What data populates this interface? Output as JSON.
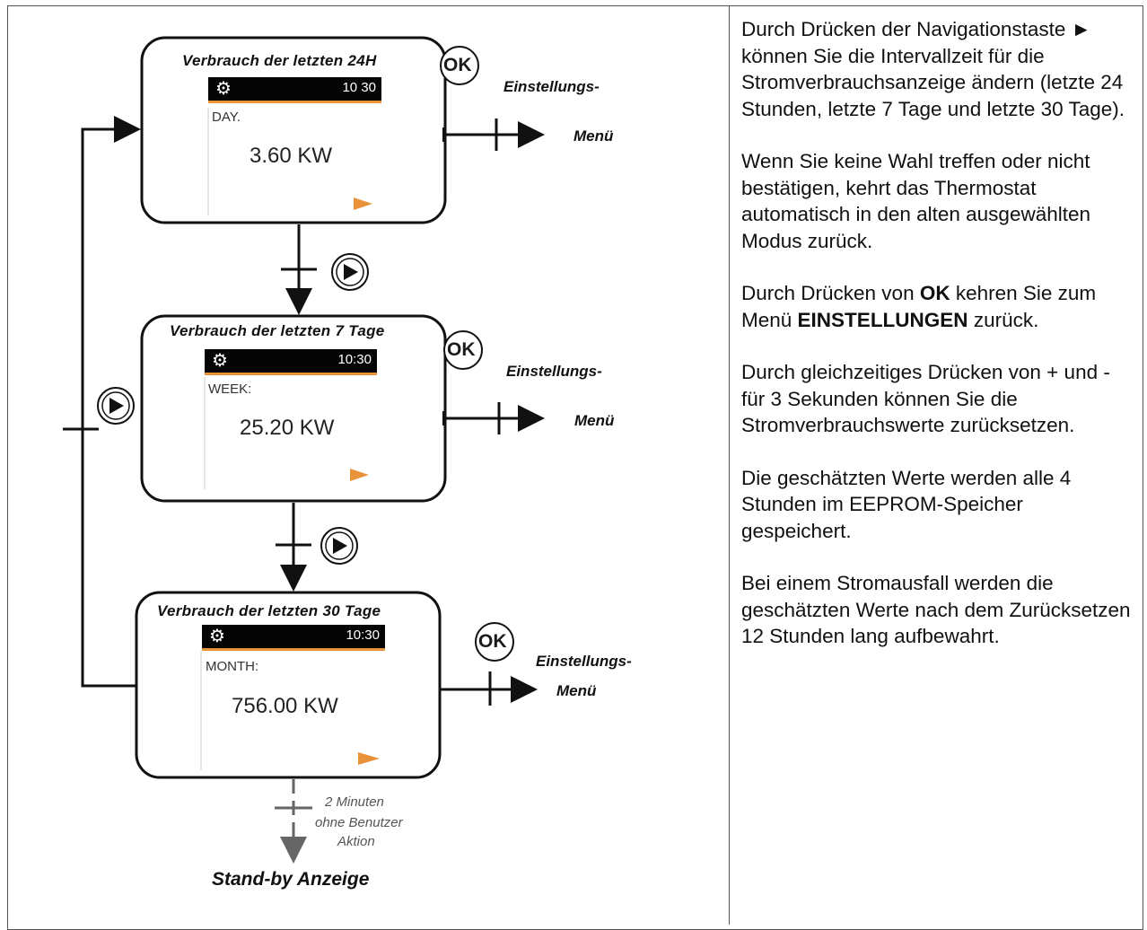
{
  "screens": [
    {
      "title": "Verbrauch der letzten 24H",
      "time": "10 30",
      "period": "DAY.",
      "value": "3.60 KW"
    },
    {
      "title": "Verbrauch der letzten 7 Tage",
      "time": "10:30",
      "period": "WEEK:",
      "value": "25.20 KW"
    },
    {
      "title": "Verbrauch der letzten 30 Tage",
      "time": "10:30",
      "period": "MONTH:",
      "value": "756.00 KW"
    }
  ],
  "ok_label": "OK",
  "menu_target": {
    "line1": "Einstellungs-",
    "line2": "Menü"
  },
  "timeout_note": {
    "line1": "2 Minuten",
    "line2": "ohne Benutzer",
    "line3": "Aktion"
  },
  "standby_label": "Stand-by Anzeige",
  "text": {
    "p1": "Durch Drücken der Navigationstaste ► können Sie die Intervallzeit für die Stromverbrauchsanzeige ändern (letzte 24 Stunden, letzte 7 Tage und letzte 30 Tage).",
    "p2": "Wenn Sie keine Wahl treffen oder nicht bestätigen, kehrt das Thermostat automatisch in den alten ausgewählten Modus zurück.",
    "p3_a": "Durch Drücken von ",
    "p3_b": "OK",
    "p3_c": " kehren Sie zum Menü ",
    "p3_d": "EINSTELLUNGEN",
    "p3_e": " zurück.",
    "p4": "Durch gleichzeitiges Drücken von + und - für 3 Sekunden können Sie die Stromverbrauchswerte zurücksetzen.",
    "p5": "Die geschätzten Werte werden alle 4 Stunden im EEPROM-Speicher gespeichert.",
    "p6": "Bei einem Stromausfall werden die geschätzten Werte nach dem Zurücksetzen 12 Stunden lang aufbewahrt."
  },
  "colors": {
    "accent": "#e8923a",
    "bar": "#050505",
    "line": "#111111"
  },
  "icons": [
    "gear-icon",
    "play-icon",
    "next-arrow-icon",
    "ok-button"
  ]
}
